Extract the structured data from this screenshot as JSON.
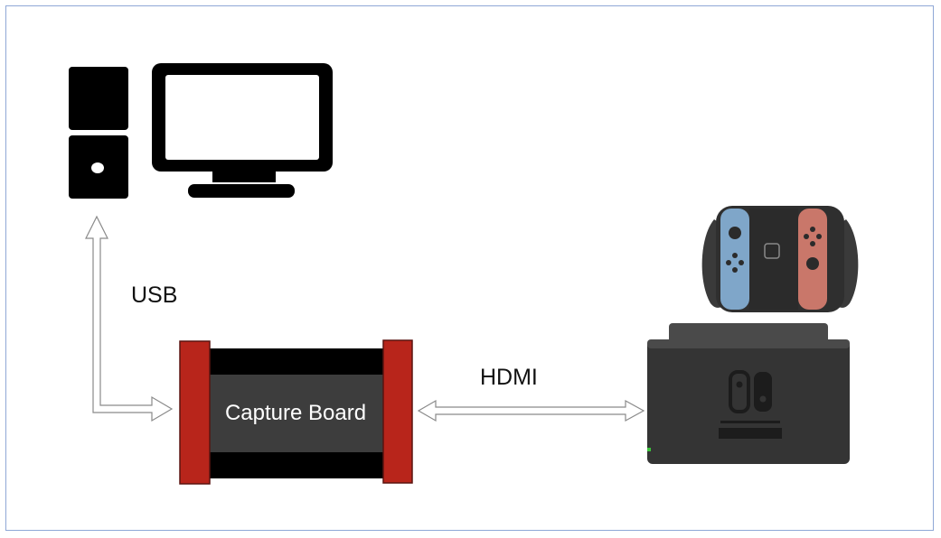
{
  "labels": {
    "usb": "USB",
    "hdmi": "HDMI",
    "capture_board": "Capture Board"
  },
  "icons": {
    "pc": "desktop-pc-icon",
    "console": "nintendo-switch-icon"
  },
  "colors": {
    "frame": "#8fa8d6",
    "board_end_caps": "#b8251b",
    "board_body": "#3d3d3d",
    "joycon_left": "#7fa6c9",
    "joycon_right": "#c9776a"
  }
}
